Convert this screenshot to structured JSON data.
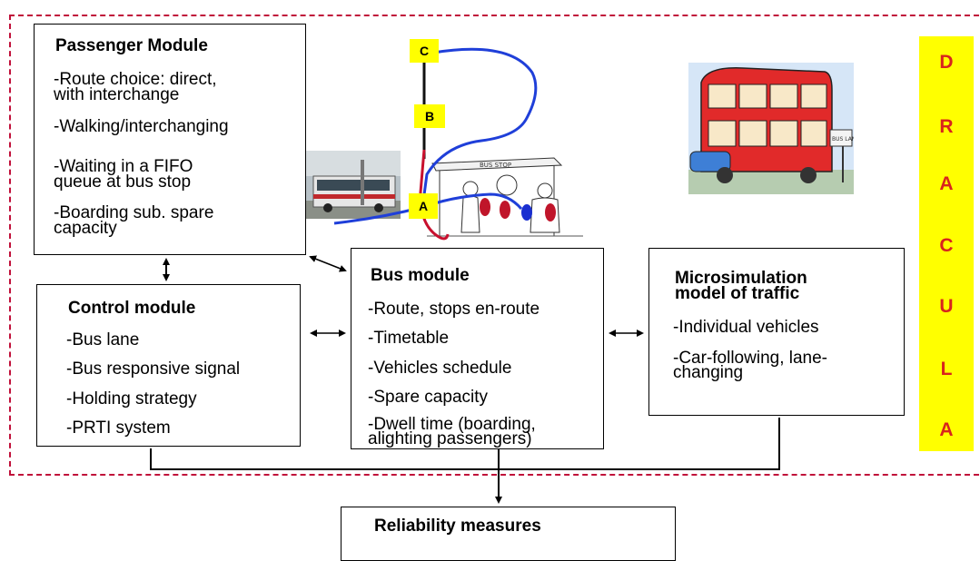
{
  "passenger_module": {
    "title": "Passenger Module",
    "items": [
      "-Route choice: direct,",
      "with interchange",
      "-Walking/interchanging",
      "-Waiting in a FIFO",
      "queue at bus stop",
      "-Boarding sub. spare",
      "capacity"
    ]
  },
  "control_module": {
    "title": "Control module",
    "items": [
      "-Bus lane",
      "-Bus responsive signal",
      "-Holding strategy",
      "-PRTI system"
    ]
  },
  "bus_module": {
    "title": "Bus module",
    "items": [
      "-Route, stops en-route",
      "-Timetable",
      "-Vehicles schedule",
      "-Spare capacity",
      "-Dwell time (boarding,",
      "alighting passengers)"
    ]
  },
  "micro_module": {
    "title_line1": "Microsimulation",
    "title_line2": "model of traffic",
    "items": [
      "-Individual vehicles",
      "-Car-following, lane-",
      "changing"
    ]
  },
  "reliability": {
    "title": "Reliability measures"
  },
  "stops": {
    "a": "A",
    "b": "B",
    "c": "C"
  },
  "dracula_letters": [
    "D",
    "R",
    "A",
    "C",
    "U",
    "L",
    "A"
  ],
  "colors": {
    "frame": "#c0103a",
    "dracula_bg": "#ffff00",
    "dracula_text": "#d8241d",
    "route_blue": "#1f3fd9",
    "route_red": "#c8102e"
  }
}
